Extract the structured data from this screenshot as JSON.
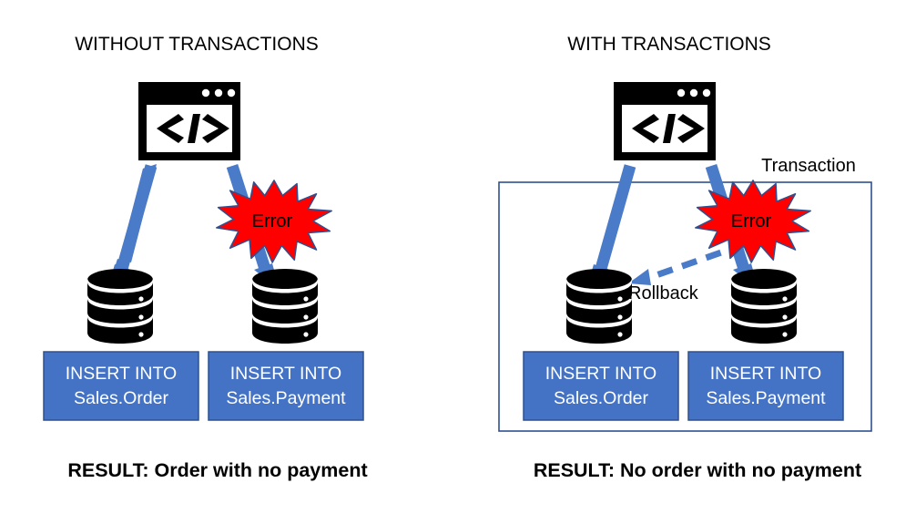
{
  "diagram": {
    "title_left": "WITHOUT TRANSACTIONS",
    "title_right": "WITH TRANSACTIONS",
    "result_left": "RESULT: Order with no payment",
    "result_right": "RESULT: No order with no payment",
    "transaction_label": "Transaction",
    "rollback_label": "Rollback",
    "error_label_left": "Error",
    "error_label_right": "Error",
    "sql_left_order_line1": "INSERT INTO",
    "sql_left_order_line2": "Sales.Order",
    "sql_left_payment_line1": "INSERT INTO",
    "sql_left_payment_line2": "Sales.Payment",
    "sql_right_order_line1": "INSERT INTO",
    "sql_right_order_line2": "Sales.Order",
    "sql_right_payment_line1": "INSERT INTO",
    "sql_right_payment_line2": "Sales.Payment",
    "icons": {
      "app_code_window_left": "code-window-icon",
      "app_code_window_right": "code-window-icon",
      "database_left_order": "database-icon",
      "database_left_payment": "database-icon",
      "database_right_order": "database-icon",
      "database_right_payment": "database-icon",
      "error_burst_left": "error-burst-icon",
      "error_burst_right": "error-burst-icon",
      "arrow_left_to_order": "arrow-icon",
      "arrow_left_to_payment": "arrow-icon",
      "arrow_right_to_order": "arrow-icon",
      "arrow_right_to_payment": "arrow-icon",
      "arrow_rollback": "dashed-arrow-icon"
    },
    "colors": {
      "accent_blue": "#4472C4",
      "arrow_blue": "#4A7BC8",
      "error_red": "#FF0000",
      "error_outline": "#2E4F8F",
      "box_border": "#2E5090",
      "transaction_border": "#2E5090",
      "icon_black": "#000000",
      "background": "#FFFFFF",
      "text_white": "#FFFFFF",
      "text_black": "#000000"
    }
  }
}
